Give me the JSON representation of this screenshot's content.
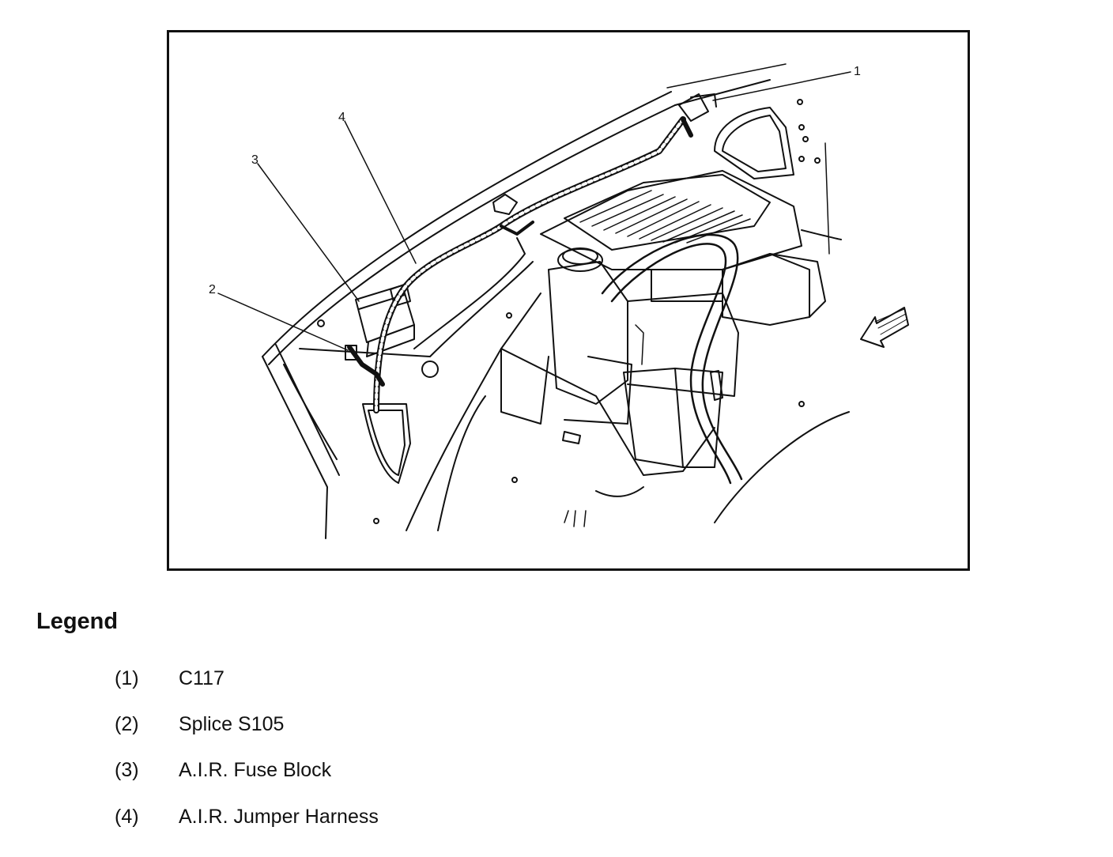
{
  "diagram": {
    "callouts": [
      "1",
      "2",
      "3",
      "4"
    ]
  },
  "legend": {
    "title": "Legend",
    "items": [
      {
        "num": "(1)",
        "text": "C117"
      },
      {
        "num": "(2)",
        "text": "Splice S105"
      },
      {
        "num": "(3)",
        "text": "A.I.R. Fuse Block"
      },
      {
        "num": "(4)",
        "text": "A.I.R. Jumper Harness"
      }
    ]
  }
}
